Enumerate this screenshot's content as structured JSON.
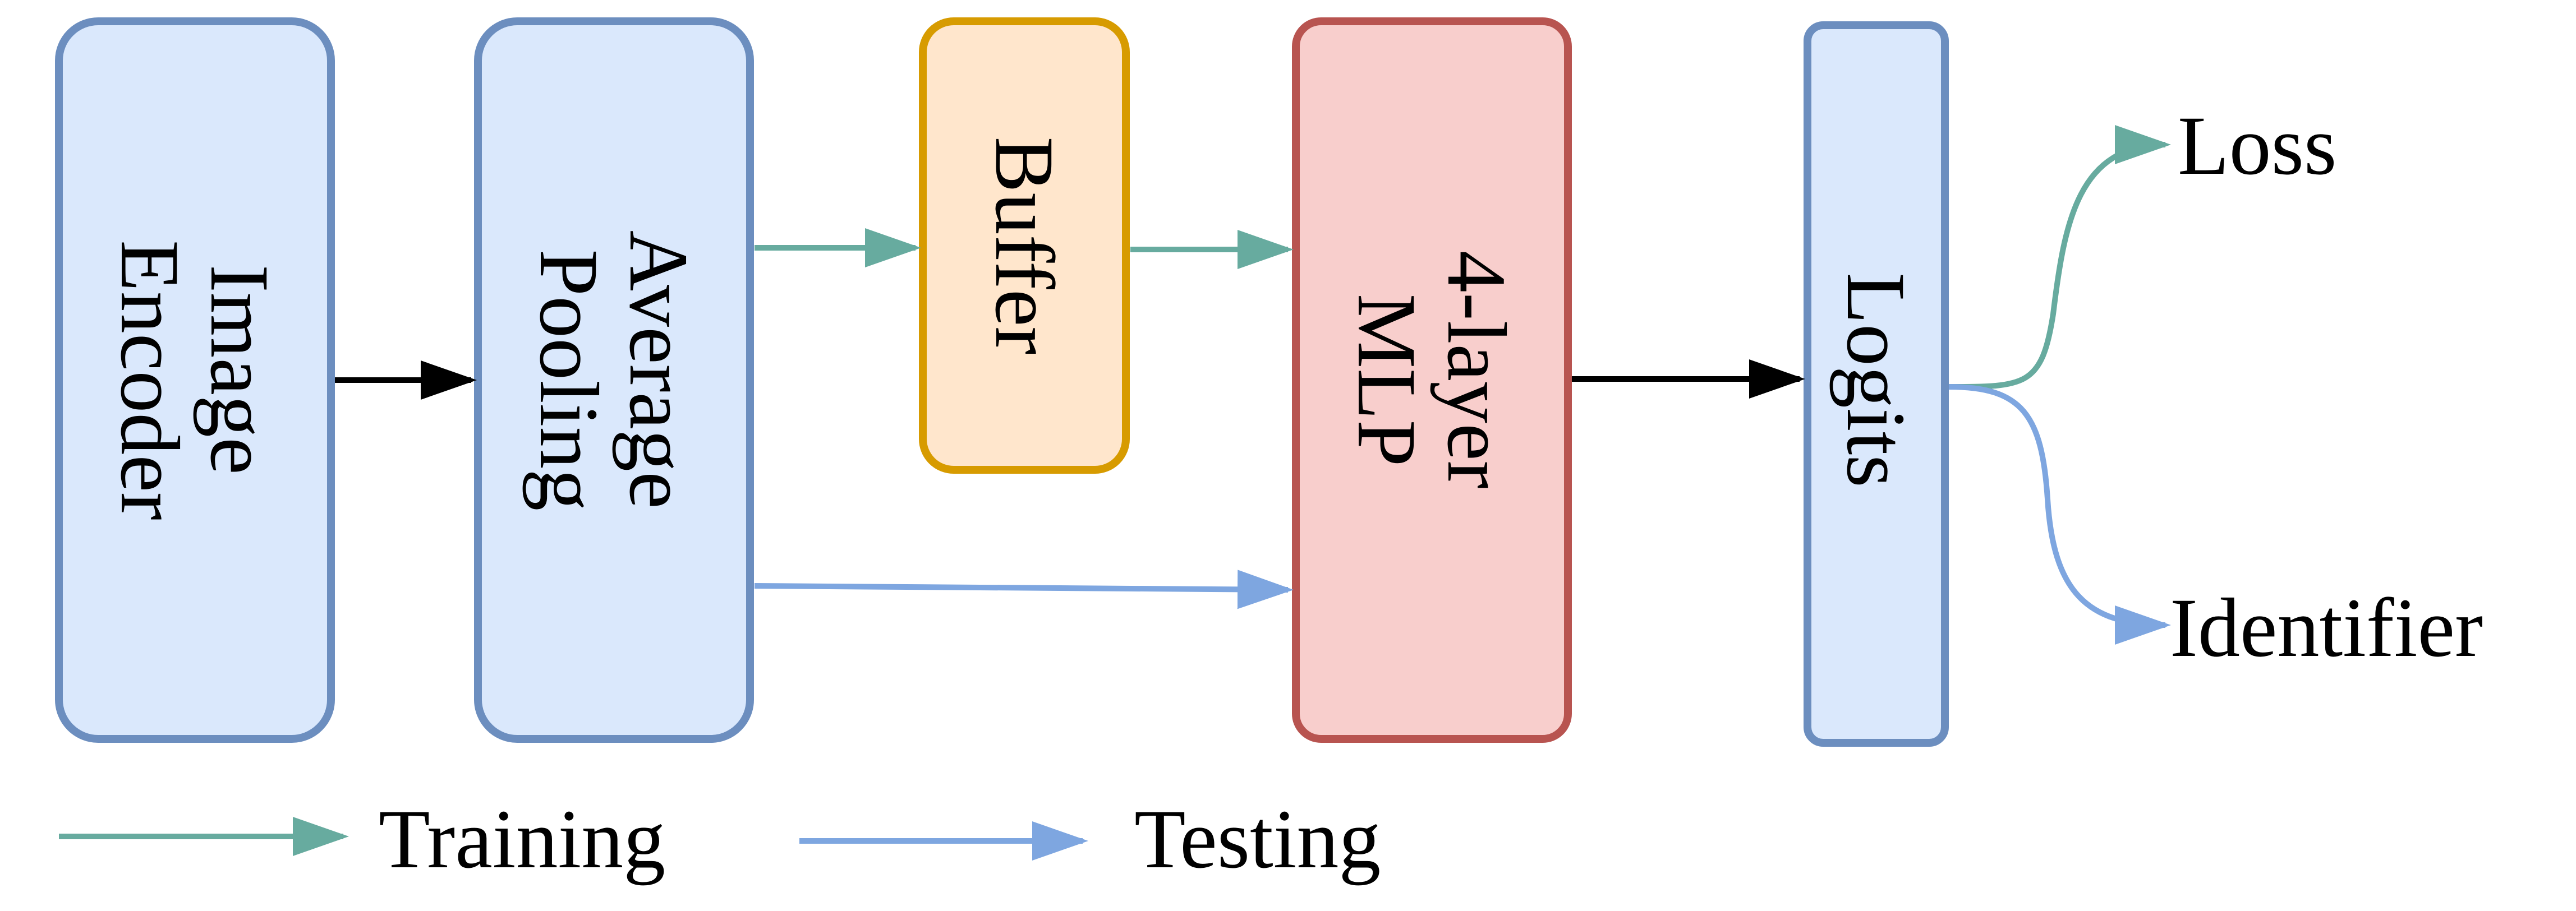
{
  "colors": {
    "blue_fill": "#dae8fc",
    "blue_stroke": "#6c8ebf",
    "orange_fill": "#ffe6cc",
    "orange_stroke": "#d79b00",
    "red_fill": "#f8cecc",
    "red_stroke": "#b85450",
    "training_arrow": "#67ab9f",
    "testing_arrow": "#7ea6e0",
    "black_arrow": "#000000"
  },
  "nodes": {
    "image_encoder": {
      "line1": "Image",
      "line2": "Encoder"
    },
    "average_pooling": {
      "line1": "Average",
      "line2": "Pooling"
    },
    "buffer": {
      "label": "Buffer"
    },
    "mlp": {
      "line1": "4-layer",
      "line2": "MLP"
    },
    "logits": {
      "label": "Logits"
    }
  },
  "outputs": {
    "loss": "Loss",
    "identifier": "Identifier"
  },
  "legend": {
    "training": "Training",
    "testing": "Testing"
  }
}
